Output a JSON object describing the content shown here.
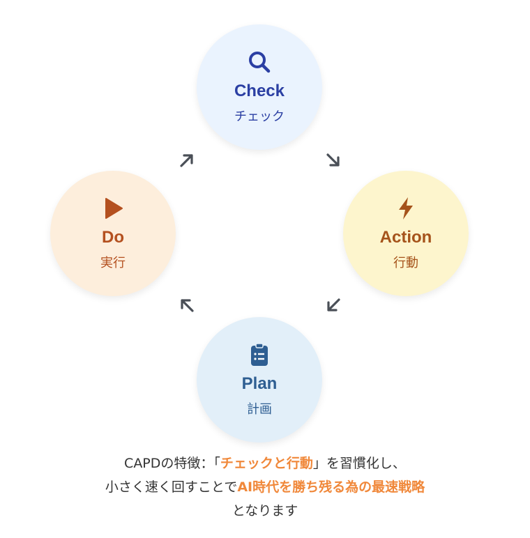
{
  "cycle": {
    "check": {
      "title": "Check",
      "subtitle": "チェック",
      "icon": "search-icon"
    },
    "action": {
      "title": "Action",
      "subtitle": "行動",
      "icon": "lightning-icon"
    },
    "plan": {
      "title": "Plan",
      "subtitle": "計画",
      "icon": "clipboard-icon"
    },
    "do": {
      "title": "Do",
      "subtitle": "実行",
      "icon": "play-icon"
    }
  },
  "caption": {
    "line1_a": "CAPDの特徴：「",
    "line1_hl": "チェックと行動",
    "line1_b": "」を習慣化し、",
    "line2_a": "小さく速く回すことで",
    "line2_hl": "AI時代を勝ち残る為の最速戦略",
    "line3": "となります"
  },
  "colors": {
    "highlight": "#f0883a",
    "arrow": "#4a4f57"
  }
}
